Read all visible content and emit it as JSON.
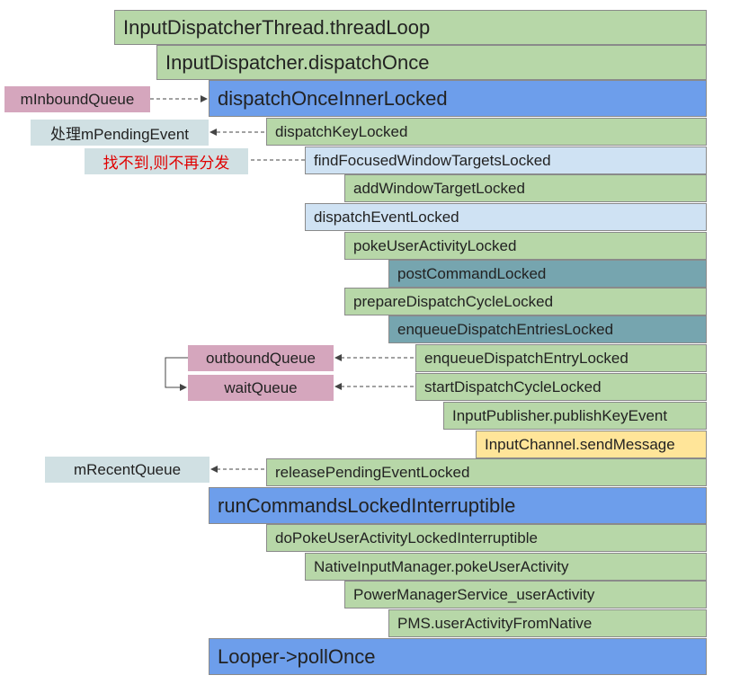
{
  "stack": [
    {
      "id": "thread-loop",
      "label": "InputDispatcherThread.threadLoop"
    },
    {
      "id": "dispatch-once",
      "label": "InputDispatcher.dispatchOnce"
    },
    {
      "id": "dispatch-once-inner-locked",
      "label": "dispatchOnceInnerLocked"
    },
    {
      "id": "dispatch-key-locked",
      "label": "dispatchKeyLocked"
    },
    {
      "id": "find-focused-window-targets-locked",
      "label": "findFocusedWindowTargetsLocked"
    },
    {
      "id": "add-window-target-locked",
      "label": "addWindowTargetLocked"
    },
    {
      "id": "dispatch-event-locked",
      "label": "dispatchEventLocked"
    },
    {
      "id": "poke-user-activity-locked",
      "label": "pokeUserActivityLocked"
    },
    {
      "id": "post-command-locked",
      "label": "postCommandLocked"
    },
    {
      "id": "prepare-dispatch-cycle-locked",
      "label": "prepareDispatchCycleLocked"
    },
    {
      "id": "enqueue-dispatch-entries-locked",
      "label": "enqueueDispatchEntriesLocked"
    },
    {
      "id": "enqueue-dispatch-entry-locked",
      "label": "enqueueDispatchEntryLocked"
    },
    {
      "id": "start-dispatch-cycle-locked",
      "label": "startDispatchCycleLocked"
    },
    {
      "id": "input-publisher-publish-key-event",
      "label": "InputPublisher.publishKeyEvent"
    },
    {
      "id": "input-channel-send-message",
      "label": "InputChannel.sendMessage"
    },
    {
      "id": "release-pending-event-locked",
      "label": "releasePendingEventLocked"
    },
    {
      "id": "run-commands-locked-interruptible",
      "label": "runCommandsLockedInterruptible"
    },
    {
      "id": "do-poke-user-activity-locked-interruptible",
      "label": "doPokeUserActivityLockedInterruptible"
    },
    {
      "id": "native-input-manager-poke-user-activity",
      "label": "NativeInputManager.pokeUserActivity"
    },
    {
      "id": "power-manager-service-user-activity",
      "label": "PowerManagerService_userActivity"
    },
    {
      "id": "pms-user-activity-from-native",
      "label": "PMS.userActivityFromNative"
    },
    {
      "id": "looper-poll-once",
      "label": "Looper->pollOnce"
    }
  ],
  "side_notes": {
    "m_inbound_queue": "mInboundQueue",
    "process_pending_event": "处理mPendingEvent",
    "not_found_no_dispatch": "找不到,则不再分发",
    "outbound_queue": "outboundQueue",
    "wait_queue": "waitQueue",
    "m_recent_queue": "mRecentQueue"
  },
  "colors": {
    "green": "#b7d7a8",
    "blue": "#6d9eeb",
    "light_blue": "#cfe2f3",
    "teal": "#76a5af",
    "yellow": "#ffe599",
    "pink": "#d5a6bd",
    "gray": "#d0e0e3",
    "red_text": "#e00000"
  }
}
